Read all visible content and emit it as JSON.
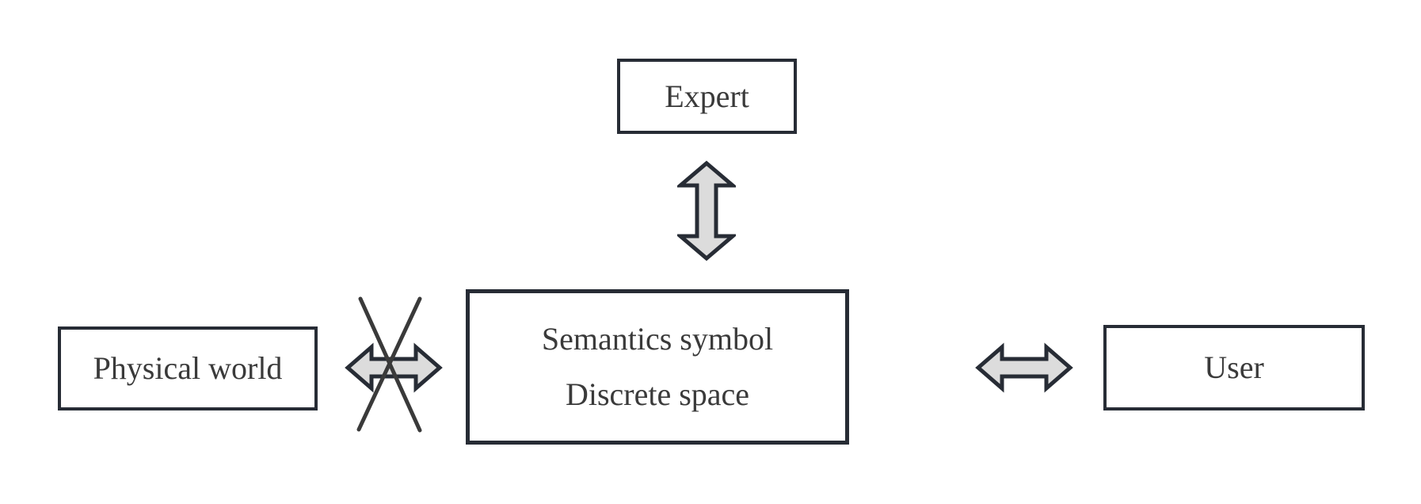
{
  "figure": {
    "background": "#ffffff",
    "colors": {
      "box_border": "#272c35",
      "text": "#3a3a3a",
      "arrow_fill": "#dcdcdc",
      "arrow_stroke": "#272c35",
      "cross_stroke": "#3a3a3a",
      "background": "#ffffff"
    },
    "nodes": {
      "expert": {
        "label": "Expert"
      },
      "semantic_space": {
        "line1": "Semantics symbol",
        "line2": "Discrete space"
      },
      "physical_world": {
        "label": "Physical world"
      },
      "user": {
        "label": "User"
      }
    },
    "connections": [
      {
        "from": "expert",
        "to": "semantic_space",
        "type": "double-arrow-vertical",
        "blocked": false
      },
      {
        "from": "physical_world",
        "to": "semantic_space",
        "type": "double-arrow-horizontal",
        "blocked": true
      },
      {
        "from": "semantic_space",
        "to": "user",
        "type": "double-arrow-horizontal",
        "blocked": false
      }
    ]
  }
}
